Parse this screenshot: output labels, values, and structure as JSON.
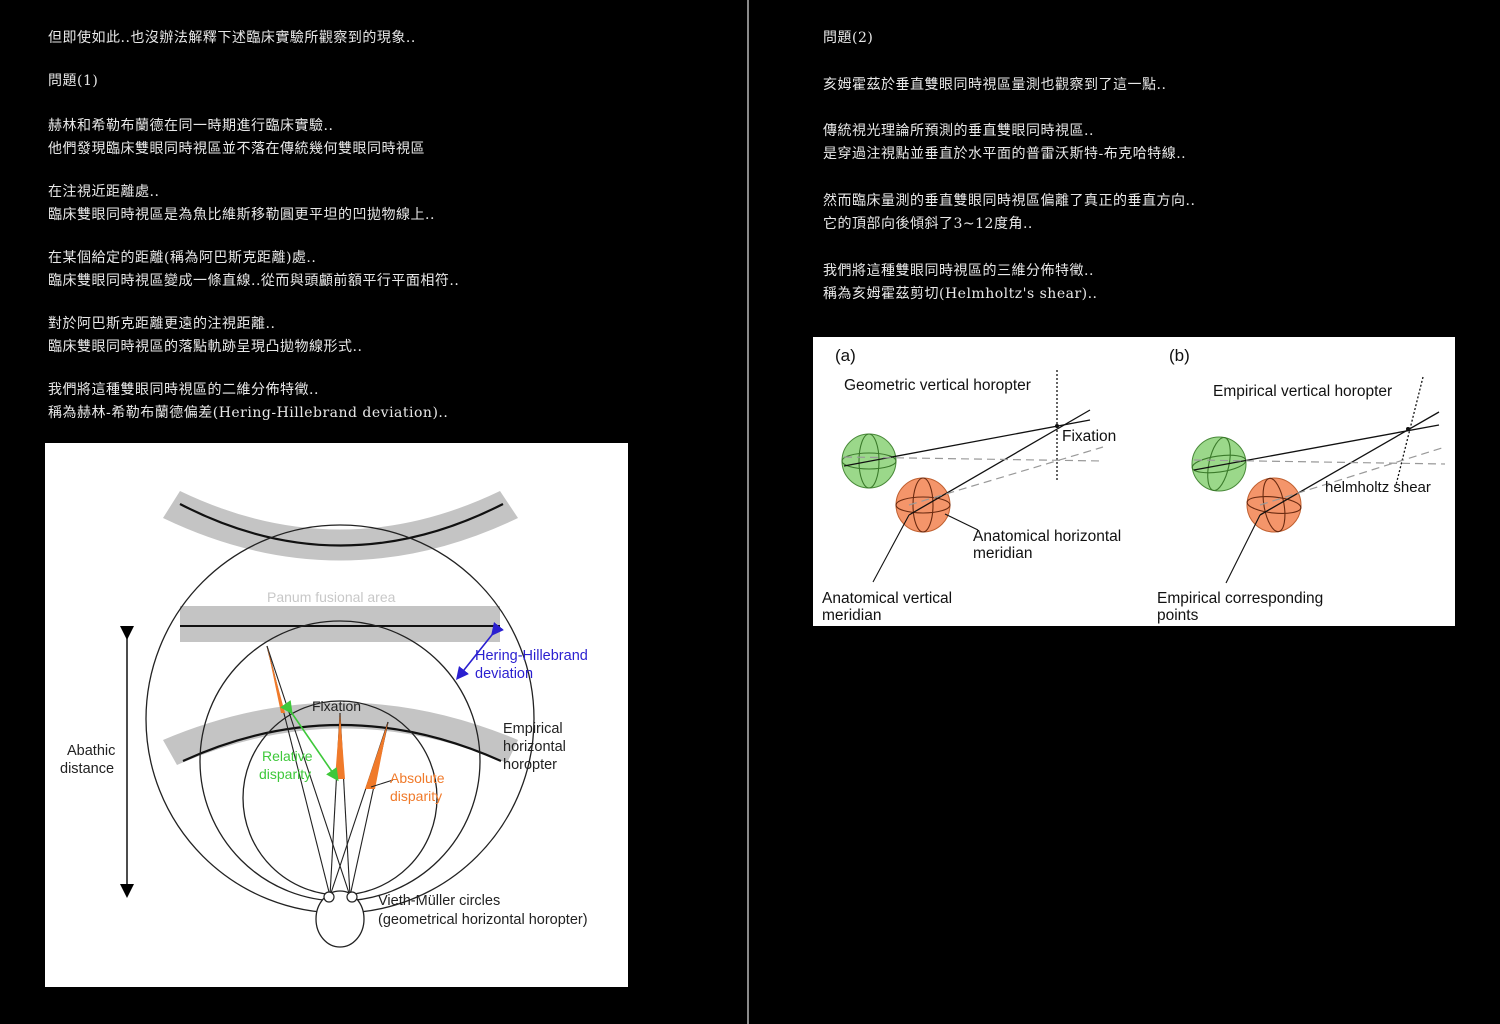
{
  "left_page": {
    "intro": "但即使如此..也沒辦法解釋下述臨床實驗所觀察到的現象..",
    "heading": "問題(1)",
    "paragraphs": [
      [
        "赫林和希勒布蘭德在同一時期進行臨床實驗..",
        "他們發現臨床雙眼同時視區並不落在傳統幾何雙眼同時視區"
      ],
      [
        "在注視近距離處..",
        "臨床雙眼同時視區是為魚比維斯移勒圓更平坦的凹拋物線上.."
      ],
      [
        "在某個給定的距離(稱為阿巴斯克距離)處..",
        "臨床雙眼同時視區變成一條直線..從而與頭顱前額平行平面相符.."
      ],
      [
        "對於阿巴斯克距離更遠的注視距離..",
        "臨床雙眼同時視區的落點軌跡呈現凸拋物線形式.."
      ],
      [
        "我們將這種雙眼同時視區的二維分佈特徵..",
        "稱為赫林-希勒布蘭德偏差(Hering-Hillebrand deviation).."
      ]
    ],
    "figure": {
      "panum_label": "Panum fusional area",
      "hh_label_1": "Hering-Hillebrand",
      "hh_label_2": "deviation",
      "fixation_label": "Fixation",
      "empirical_1": "Empirical",
      "empirical_2": "horizontal",
      "empirical_3": "horopter",
      "abathic_1": "Abathic",
      "abathic_2": "distance",
      "relative_1": "Relative",
      "relative_2": "disparity",
      "absolute_1": "Absolute",
      "absolute_2": "disparity",
      "vm_1": "Vieth-Müller circles",
      "vm_2": "(geometrical horizontal horopter)",
      "colors": {
        "blue": "#2a1fd0",
        "green": "#3ec83a",
        "orange": "#f07a2a",
        "band": "#c4c4c4"
      }
    }
  },
  "right_page": {
    "heading": "問題(2)",
    "paragraphs": [
      [
        "亥姆霍茲於垂直雙眼同時視區量測也觀察到了這一點.."
      ],
      [
        "傳統視光理論所預測的垂直雙眼同時視區..",
        "是穿過注視點並垂直於水平面的普雷沃斯特-布克哈特線.."
      ],
      [
        "然而臨床量測的垂直雙眼同時視區偏離了真正的垂直方向..",
        "它的頂部向後傾斜了3~12度角.."
      ],
      [
        "我們將這種雙眼同時視區的三維分佈特徵..",
        "稱為亥姆霍茲剪切(Helmholtz's shear).."
      ]
    ],
    "figure": {
      "panel_a": "(a)",
      "panel_b": "(b)",
      "geo_vertical": "Geometric vertical horopter",
      "fixation": "Fixation",
      "anat_h_1": "Anatomical horizontal",
      "anat_h_2": "meridian",
      "anat_v_1": "Anatomical vertical",
      "anat_v_2": "meridian",
      "emp_vertical": "Empirical vertical horopter",
      "helmholtz": "helmholtz shear",
      "emp_corr_1": "Empirical corresponding",
      "emp_corr_2": "points",
      "colors": {
        "green_eye": "#9bd88a",
        "orange_eye": "#f4956a"
      }
    }
  }
}
